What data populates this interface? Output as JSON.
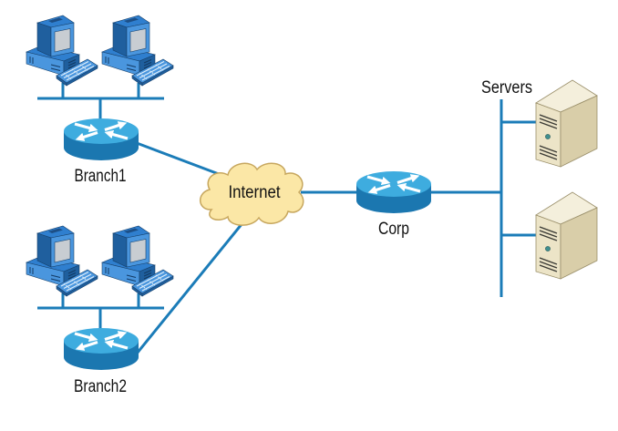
{
  "labels": {
    "branch1": "Branch1",
    "branch2": "Branch2",
    "internet": "Internet",
    "corp": "Corp",
    "servers": "Servers"
  },
  "nodes": [
    {
      "id": "pc-branch1-1",
      "type": "workstation",
      "site": "Branch1"
    },
    {
      "id": "pc-branch1-2",
      "type": "workstation",
      "site": "Branch1"
    },
    {
      "id": "router-branch1",
      "type": "router",
      "label": "Branch1"
    },
    {
      "id": "pc-branch2-1",
      "type": "workstation",
      "site": "Branch2"
    },
    {
      "id": "pc-branch2-2",
      "type": "workstation",
      "site": "Branch2"
    },
    {
      "id": "router-branch2",
      "type": "router",
      "label": "Branch2"
    },
    {
      "id": "internet",
      "type": "cloud",
      "label": "Internet"
    },
    {
      "id": "router-corp",
      "type": "router",
      "label": "Corp"
    },
    {
      "id": "server-1",
      "type": "server",
      "group": "Servers"
    },
    {
      "id": "server-2",
      "type": "server",
      "group": "Servers"
    }
  ],
  "links": [
    [
      "pc-branch1-1",
      "branch1-lan"
    ],
    [
      "pc-branch1-2",
      "branch1-lan"
    ],
    [
      "branch1-lan",
      "router-branch1"
    ],
    [
      "router-branch1",
      "internet"
    ],
    [
      "pc-branch2-1",
      "branch2-lan"
    ],
    [
      "pc-branch2-2",
      "branch2-lan"
    ],
    [
      "branch2-lan",
      "router-branch2"
    ],
    [
      "router-branch2",
      "internet"
    ],
    [
      "internet",
      "router-corp"
    ],
    [
      "router-corp",
      "server-lan"
    ],
    [
      "server-lan",
      "server-1"
    ],
    [
      "server-lan",
      "server-2"
    ]
  ],
  "colors": {
    "link": "#1b7cb8",
    "router_top": "#3eacdf",
    "router_side": "#1b77b0",
    "pc_blue": "#2f7fcf",
    "cloud_fill": "#fbe7a6",
    "cloud_stroke": "#c7a75e",
    "server_front": "#ece4c7",
    "label": "#111111"
  }
}
